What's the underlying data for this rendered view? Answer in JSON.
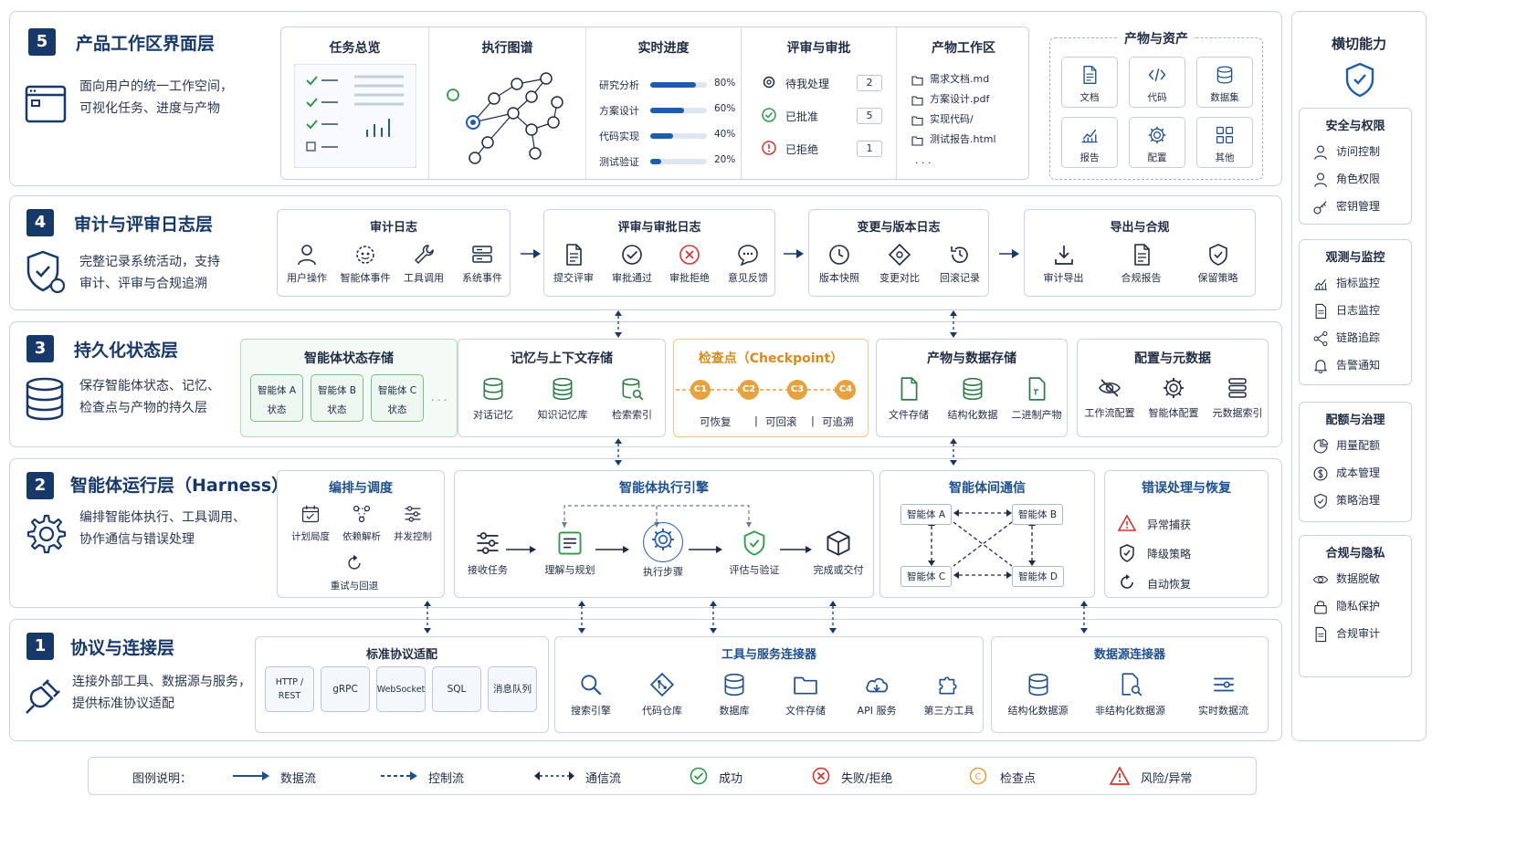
{
  "layer5": {
    "num": "5",
    "title": "产品工作区界面层",
    "desc": "面向用户的统一工作空间，\n可视化任务、进度与产物",
    "task": {
      "title": "任务总览"
    },
    "graph": {
      "title": "执行图谱"
    },
    "progress": {
      "title": "实时进度",
      "rows": [
        {
          "label": "研究分析",
          "pct_label": "80%",
          "value": 0.8
        },
        {
          "label": "方案设计",
          "pct_label": "60%",
          "value": 0.6
        },
        {
          "label": "代码实现",
          "pct_label": "40%",
          "value": 0.4
        },
        {
          "label": "测试验证",
          "pct_label": "20%",
          "value": 0.2
        }
      ]
    },
    "review": {
      "title": "评审与审批",
      "rows": [
        {
          "label": "待我处理",
          "count": "2"
        },
        {
          "label": "已批准",
          "count": "5"
        },
        {
          "label": "已拒绝",
          "count": "1"
        }
      ]
    },
    "artifacts": {
      "title": "产物工作区",
      "files": [
        "需求文档.md",
        "方案设计.pdf",
        "实现代码/",
        "测试报告.html"
      ],
      "more": "· · ·"
    },
    "assets": {
      "title": "产物与资产",
      "items": [
        "文档",
        "代码",
        "数据集",
        "报告",
        "配置",
        "其他"
      ]
    }
  },
  "layer4": {
    "num": "4",
    "title": "审计与评审日志层",
    "desc": "完整记录系统活动，支持\n审计、评审与合规追溯",
    "panels": [
      {
        "title": "审计日志",
        "items": [
          "用户操作",
          "智能体事件",
          "工具调用",
          "系统事件"
        ]
      },
      {
        "title": "评审与审批日志",
        "items": [
          "提交评审",
          "审批通过",
          "审批拒绝",
          "意见反馈"
        ]
      },
      {
        "title": "变更与版本日志",
        "items": [
          "版本快照",
          "变更对比",
          "回滚记录"
        ]
      },
      {
        "title": "导出与合规",
        "items": [
          "审计导出",
          "合规报告",
          "保留策略"
        ]
      }
    ]
  },
  "layer3": {
    "num": "3",
    "title": "持久化状态层",
    "desc": "保存智能体状态、记忆、\n检查点与产物的持久层",
    "agentState": {
      "title": "智能体状态存储",
      "agents": [
        "智能体 A",
        "智能体 B",
        "智能体 C"
      ],
      "state_label": "状态",
      "more": "· · ·"
    },
    "memory": {
      "title": "记忆与上下文存储",
      "items": [
        "对话记忆",
        "知识记忆库",
        "检索索引"
      ]
    },
    "checkpoint": {
      "title": "检查点（Checkpoint）",
      "points": [
        "C1",
        "C2",
        "C3",
        "C4"
      ],
      "caps": [
        "可恢复",
        "|",
        "可回滚",
        "|",
        "可追溯"
      ]
    },
    "storage": {
      "title": "产物与数据存储",
      "items": [
        "文件存储",
        "结构化数据",
        "二进制产物"
      ]
    },
    "config": {
      "title": "配置与元数据",
      "items": [
        "工作流配置",
        "智能体配置",
        "元数据索引"
      ]
    }
  },
  "layer2": {
    "num": "2",
    "title": "智能体运行层（Harness）",
    "desc": "编排智能体执行、工具调用、\n协作通信与错误处理",
    "orchestrate": {
      "title": "编排与调度",
      "items": [
        "计划局度",
        "依赖解析",
        "并发控制",
        "重试与回退"
      ]
    },
    "engine": {
      "title": "智能体执行引擎",
      "steps": [
        "接收任务",
        "理解与规划",
        "执行步骤",
        "评估与验证",
        "完成或交付"
      ]
    },
    "comms": {
      "title": "智能体间通信",
      "agents": [
        "智能体 A",
        "智能体 B",
        "智能体 C",
        "智能体 D"
      ]
    },
    "errors": {
      "title": "错误处理与恢复",
      "items": [
        "异常捕获",
        "降级策略",
        "自动恢复"
      ]
    }
  },
  "layer1": {
    "num": "1",
    "title": "协议与连接层",
    "desc": "连接外部工具、数据源与服务，\n提供标准协议适配",
    "protocols": {
      "title": "标准协议适配",
      "items": [
        "HTTP /\nREST",
        "gRPC",
        "WebSocket",
        "SQL",
        "消息队列"
      ]
    },
    "tools": {
      "title": "工具与服务连接器",
      "items": [
        "搜索引擎",
        "代码仓库",
        "数据库",
        "文件存储",
        "API 服务",
        "第三方工具"
      ]
    },
    "datasources": {
      "title": "数据源连接器",
      "items": [
        "结构化数据源",
        "非结构化数据源",
        "实时数据流"
      ]
    }
  },
  "side": {
    "title": "横切能力",
    "groups": [
      {
        "title": "安全与权限",
        "items": [
          "访问控制",
          "角色权限",
          "密钥管理"
        ]
      },
      {
        "title": "观测与监控",
        "items": [
          "指标监控",
          "日志监控",
          "链路追踪",
          "告警通知"
        ]
      },
      {
        "title": "配额与治理",
        "items": [
          "用量配额",
          "成本管理",
          "策略治理"
        ]
      },
      {
        "title": "合规与隐私",
        "items": [
          "数据脱敏",
          "隐私保护",
          "合规审计"
        ]
      }
    ]
  },
  "legend": {
    "title": "图例说明：",
    "items": [
      "数据流",
      "控制流",
      "通信流",
      "成功",
      "失败/拒绝",
      "检查点",
      "风险/异常"
    ]
  },
  "colors": {
    "navy": "#16386b",
    "blue": "#1d5cb0",
    "green": "#2e9a48",
    "red": "#d8342c",
    "orange": "#e6a23c"
  }
}
